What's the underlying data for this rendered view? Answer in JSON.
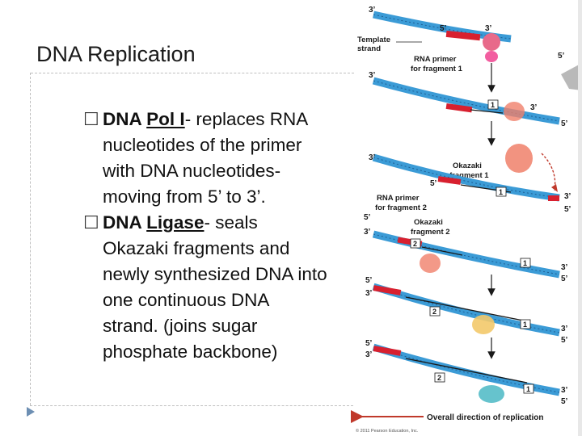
{
  "slide": {
    "title": "DNA Replication"
  },
  "bullets": [
    {
      "term_prefix": "DNA ",
      "term_underlined": "Pol I",
      "text": "- replaces RNA nucleotides of the primer with DNA nucleotides- moving from 5’ to 3’."
    },
    {
      "term_prefix": "DNA ",
      "term_underlined": "Ligase",
      "text": "- seals Okazaki fragments and newly synthesized DNA into one continuous DNA strand. (joins sugar phosphate backbone)"
    }
  ],
  "bullet_glyph": "☐",
  "figure": {
    "label_template_strand": "Template strand",
    "label_template_line1": "Template",
    "label_template_line2": "strand",
    "label_rna_primer_frag1_line1": "RNA primer",
    "label_rna_primer_frag1_line2": "for fragment 1",
    "label_okazaki_frag1_line1": "Okazaki",
    "label_okazaki_frag1_line2": "fragment 1",
    "label_rna_primer_frag2_line1": "RNA primer",
    "label_rna_primer_frag2_line2": "for fragment 2",
    "label_okazaki_frag2_line1": "Okazaki",
    "label_okazaki_frag2_line2": "fragment 2",
    "label_overall": "Overall direction of replication",
    "copyright": "© 2011 Pearson Education, Inc.",
    "end_3": "3’",
    "end_5": "5’",
    "num_1": "1",
    "num_2": "2"
  },
  "colors": {
    "strand_blue": "#3b9bd6",
    "strand_dark": "#1f5f94",
    "primer_red": "#d8202f",
    "arrow_red": "#c0392b",
    "enzyme_pink": "#e86a8a",
    "enzyme_orange": "#f0806a",
    "enzyme_yellow": "#f3c96a",
    "enzyme_teal": "#4bb8c4"
  }
}
